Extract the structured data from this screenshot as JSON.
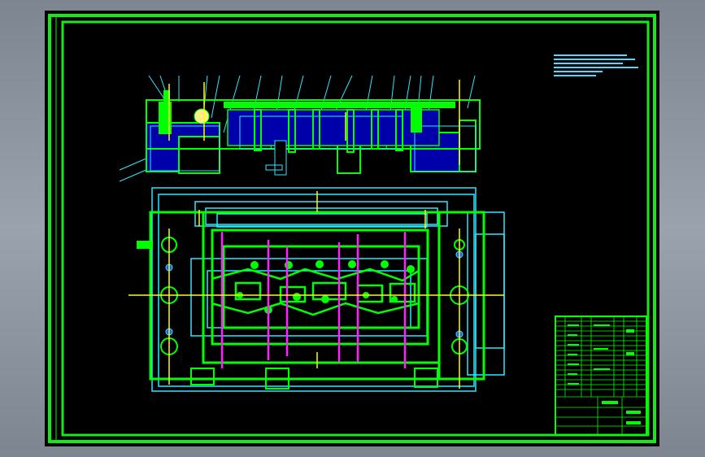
{
  "window": {
    "background": "#000000"
  },
  "colors": {
    "frame": "#18e818",
    "outline": "#00ff00",
    "cyan": "#33e6ff",
    "yellow": "#ffff00",
    "magenta": "#ff22ff",
    "hatch": "#0000cc",
    "white": "#ffffff"
  },
  "drawing": {
    "type": "stamping die assembly drawing",
    "views": [
      "section-view",
      "plan-view"
    ],
    "part_callouts": 18
  },
  "notes": {
    "lines": [
      "",
      "",
      "",
      "",
      "",
      ""
    ]
  },
  "title_block": {
    "rows": 22
  }
}
